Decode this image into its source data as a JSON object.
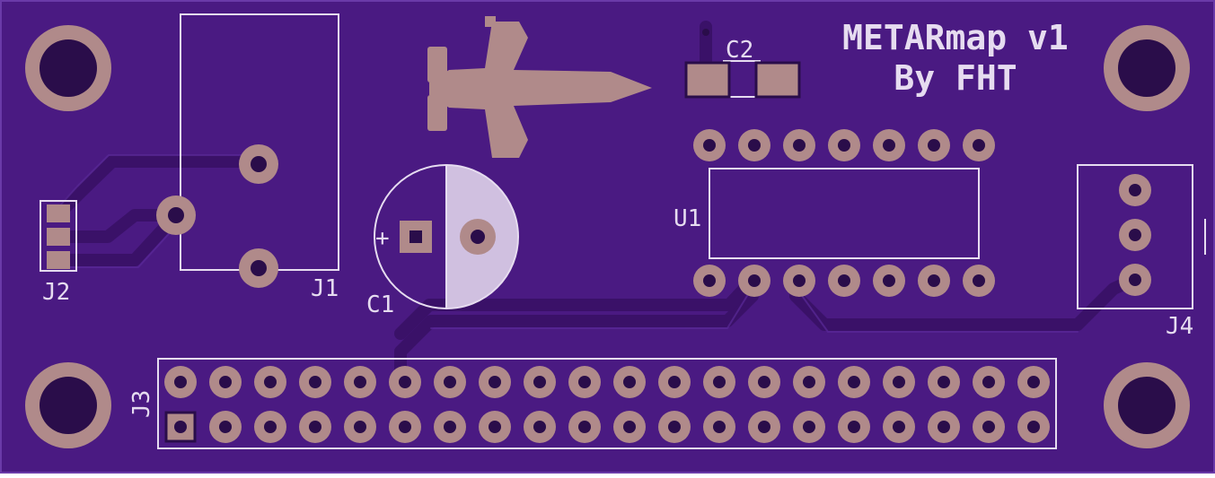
{
  "colors": {
    "board": "#4a1a82",
    "trace": "#3a1168",
    "trace_edge": "#5a2a98",
    "pad": "#b08a8a",
    "hole": "#2a0d4a",
    "silk": "#e6dcf0",
    "edge": "#7a4ab8"
  },
  "title": {
    "line1": "METARmap v1",
    "line2": "By FHT"
  },
  "labels": {
    "j1": "J1",
    "j2": "J2",
    "j3": "J3",
    "j4": "J4",
    "c1": "C1",
    "c2": "C2",
    "u1": "U1",
    "plus": "+"
  },
  "artwork": {
    "logo": "fighter-jet-logo"
  },
  "header": {
    "rows": 2,
    "cols": 20
  },
  "dip": {
    "pins_per_side": 7
  },
  "connector_j4": {
    "pins": 3
  }
}
